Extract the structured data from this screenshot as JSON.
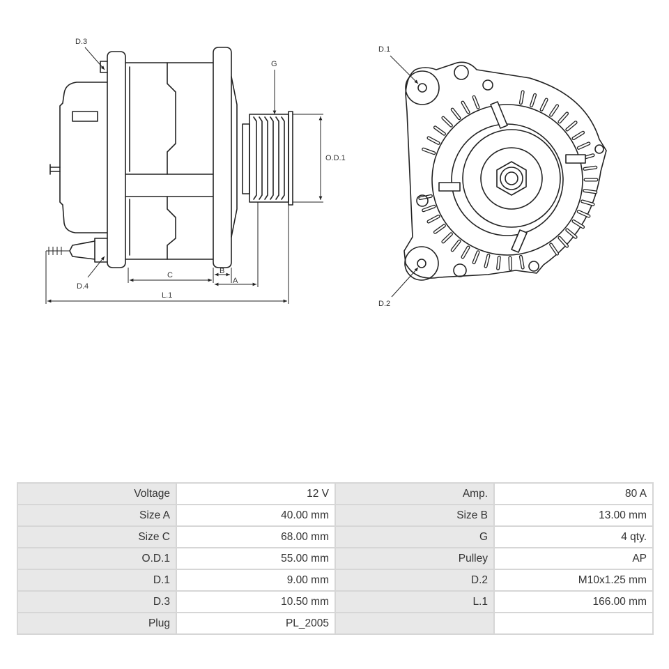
{
  "labels": {
    "d3": "D.3",
    "d4": "D.4",
    "g": "G",
    "od1": "O.D.1",
    "c": "C",
    "b": "B",
    "a": "A",
    "l1": "L.1",
    "d1": "D.1",
    "d2": "D.2"
  },
  "specs": [
    {
      "k1": "Voltage",
      "v1": "12 V",
      "k2": "Amp.",
      "v2": "80 A"
    },
    {
      "k1": "Size A",
      "v1": "40.00 mm",
      "k2": "Size B",
      "v2": "13.00 mm"
    },
    {
      "k1": "Size C",
      "v1": "68.00 mm",
      "k2": "G",
      "v2": "4 qty."
    },
    {
      "k1": "O.D.1",
      "v1": "55.00 mm",
      "k2": "Pulley",
      "v2": "AP"
    },
    {
      "k1": "D.1",
      "v1": "9.00 mm",
      "k2": "D.2",
      "v2": "M10x1.25 mm"
    },
    {
      "k1": "D.3",
      "v1": "10.50 mm",
      "k2": "L.1",
      "v2": "166.00 mm"
    },
    {
      "k1": "Plug",
      "v1": "PL_2005",
      "k2": "",
      "v2": ""
    }
  ]
}
